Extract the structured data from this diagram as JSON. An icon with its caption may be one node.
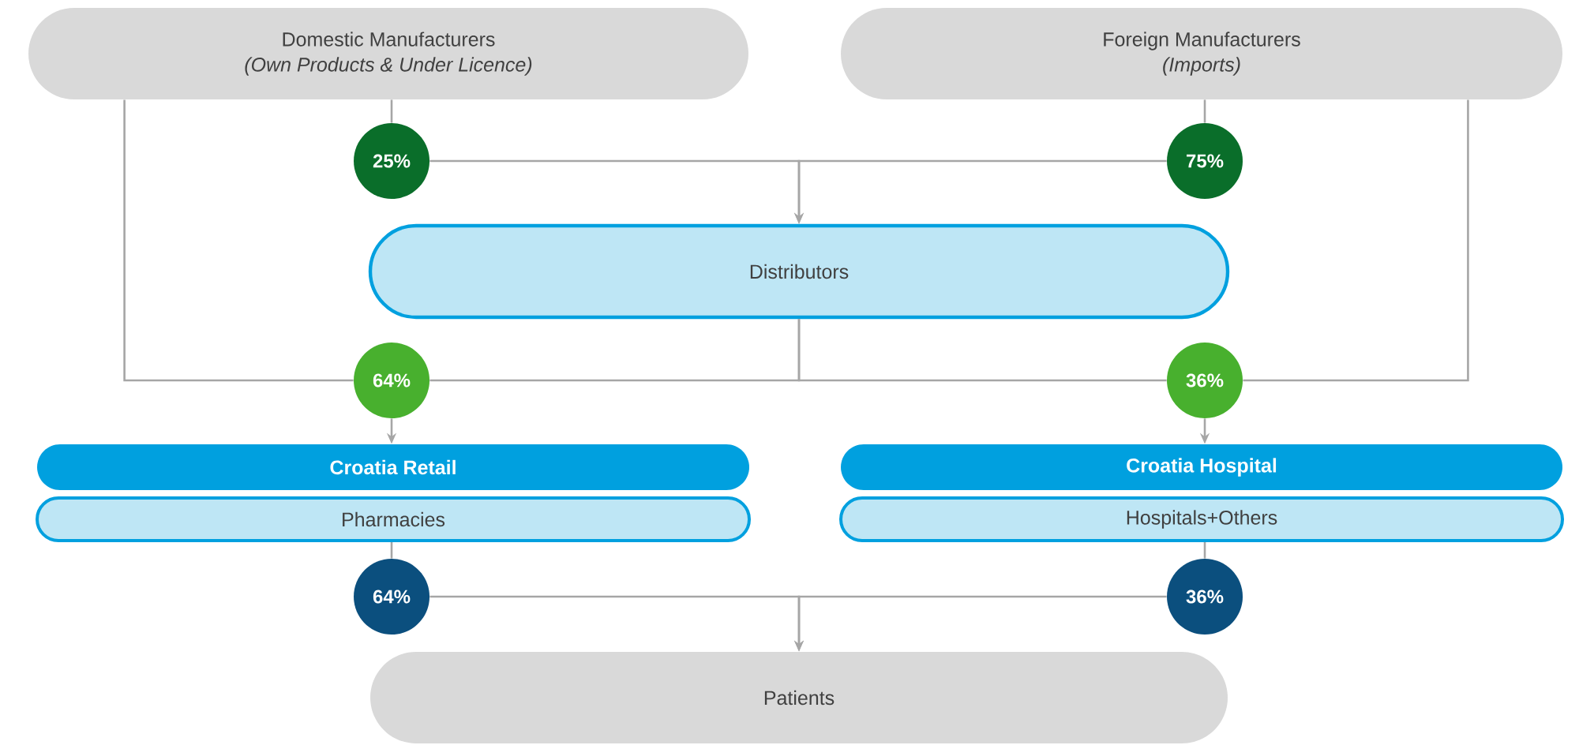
{
  "diagram": {
    "nodes": [
      {
        "text": [
          "Domestic Manufacturers",
          "(Own Products & Under Licence)"
        ]
      },
      {
        "text": [
          "Foreign Manufacturers",
          "(Imports)"
        ]
      },
      {
        "text": [
          "25%"
        ]
      },
      {
        "text": [
          "75%"
        ]
      },
      {
        "text": [
          "Distributors"
        ]
      },
      {
        "text": [
          "64%"
        ]
      },
      {
        "text": [
          "36%"
        ]
      },
      {
        "text": [
          "Croatia Retail"
        ]
      },
      {
        "text": [
          "Pharmacies"
        ]
      },
      {
        "text": [
          "Croatia Hospital"
        ]
      },
      {
        "text": [
          "Hospitals+Others"
        ]
      },
      {
        "text": [
          "64%"
        ]
      },
      {
        "text": [
          "36%"
        ]
      },
      {
        "text": [
          "Patients"
        ]
      }
    ],
    "edges": [
      {
        "from": 0,
        "to": 2,
        "arrow": "none"
      },
      {
        "from": 1,
        "to": 3,
        "arrow": "none"
      },
      {
        "from": 2,
        "to": 4,
        "arrow": "to"
      },
      {
        "from": 3,
        "to": 4,
        "arrow": "to"
      },
      {
        "from": 0,
        "to": 5,
        "arrow": "none"
      },
      {
        "from": 4,
        "to": 5,
        "arrow": "none"
      },
      {
        "from": 4,
        "to": 6,
        "arrow": "none"
      },
      {
        "from": 1,
        "to": 6,
        "arrow": "none"
      },
      {
        "from": 5,
        "to": 7,
        "arrow": "to"
      },
      {
        "from": 6,
        "to": 9,
        "arrow": "to"
      },
      {
        "from": 8,
        "to": 11,
        "arrow": "none"
      },
      {
        "from": 10,
        "to": 12,
        "arrow": "none"
      },
      {
        "from": 11,
        "to": 13,
        "arrow": "to"
      },
      {
        "from": 12,
        "to": 13,
        "arrow": "to"
      }
    ]
  }
}
